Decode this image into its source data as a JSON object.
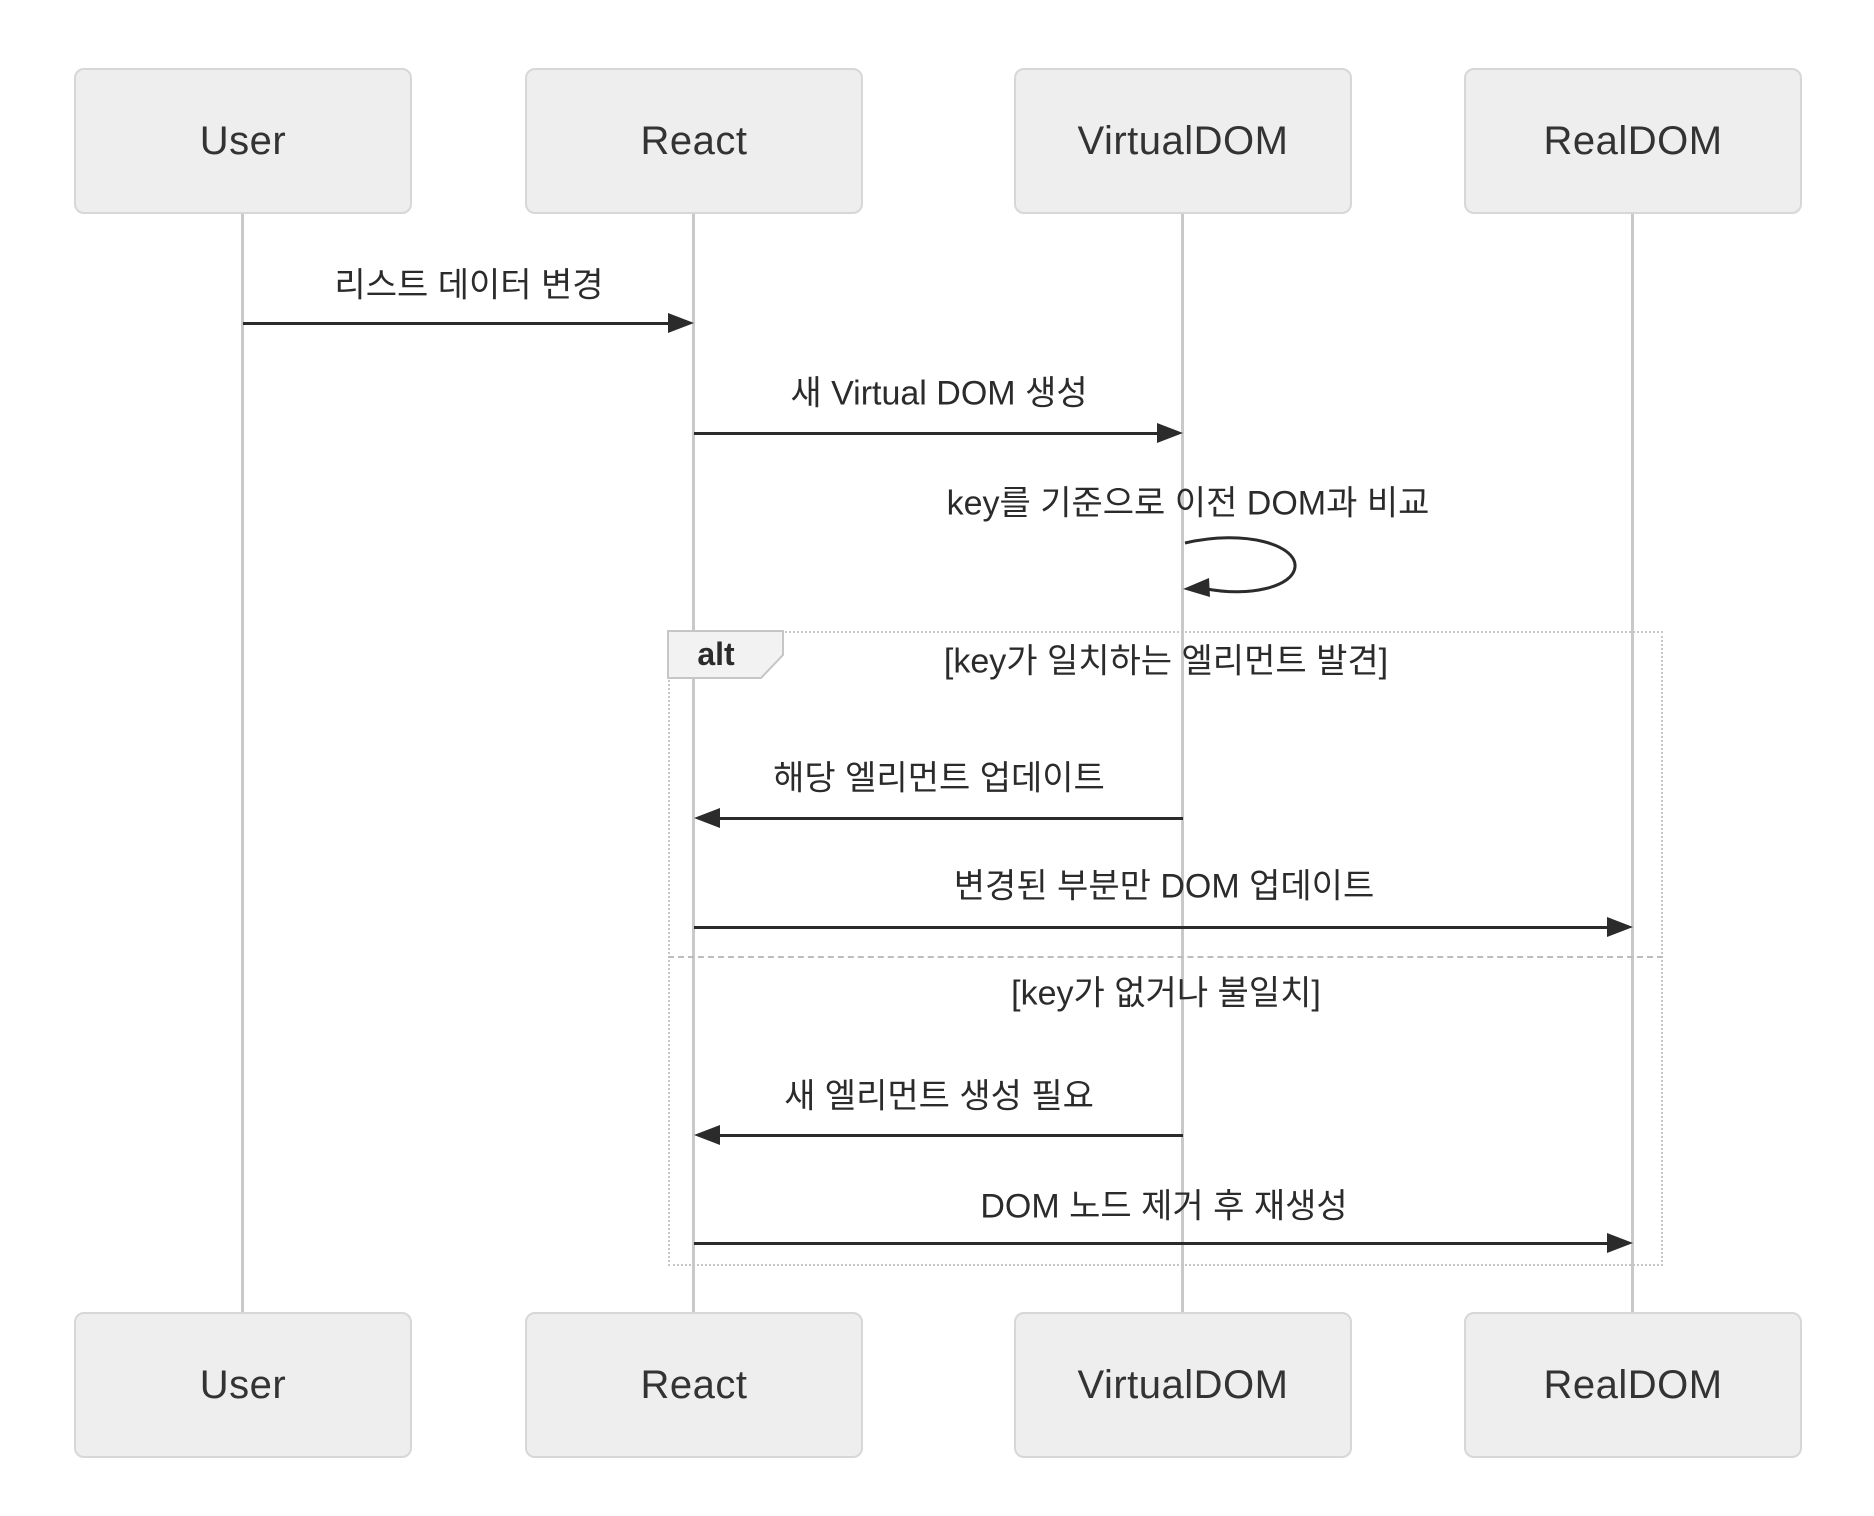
{
  "diagram": {
    "type": "sequence-diagram",
    "colors": {
      "background": "#ffffff",
      "actor_fill": "#eeeeee",
      "actor_border": "#d7d7d7",
      "lifeline": "#c9c9c9",
      "arrow": "#2b2b2b",
      "text": "#333333",
      "fragment_border": "#c6c6c6",
      "fragment_tab_fill": "#f2f2f2"
    },
    "actors": [
      {
        "label": "User"
      },
      {
        "label": "React"
      },
      {
        "label": "VirtualDOM"
      },
      {
        "label": "RealDOM"
      }
    ],
    "messages": [
      {
        "from": "User",
        "to": "React",
        "text": "리스트 데이터 변경"
      },
      {
        "from": "React",
        "to": "VirtualDOM",
        "text": "새 Virtual DOM 생성"
      },
      {
        "from": "VirtualDOM",
        "to": "VirtualDOM",
        "self": true,
        "text": "key를 기준으로 이전 DOM과 비교"
      },
      {
        "from": "VirtualDOM",
        "to": "React",
        "text": "해당 엘리먼트 업데이트"
      },
      {
        "from": "React",
        "to": "RealDOM",
        "text": "변경된 부분만 DOM 업데이트"
      },
      {
        "from": "VirtualDOM",
        "to": "React",
        "text": "새 엘리먼트 생성 필요"
      },
      {
        "from": "React",
        "to": "RealDOM",
        "text": "DOM 노드 제거 후 재생성"
      }
    ],
    "fragment": {
      "label": "alt",
      "conditions": [
        "[key가 일치하는 엘리먼트 발견]",
        "[key가 없거나 불일치]"
      ]
    }
  }
}
